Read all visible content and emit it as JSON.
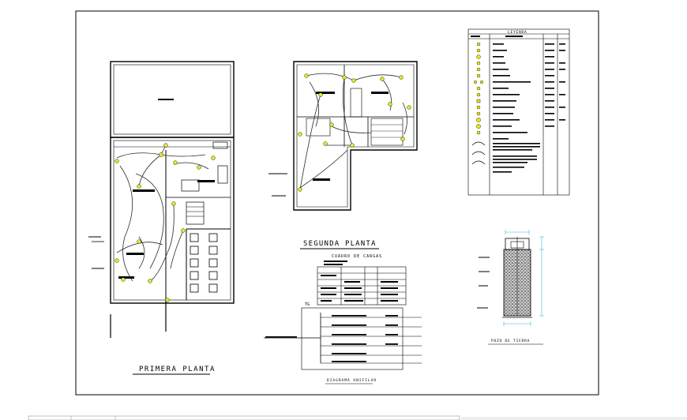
{
  "drawing": {
    "first_floor_title": "PRIMERA PLANTA",
    "second_floor_title": "SEGUNDA PLANTA",
    "load_table_title": "CUADRO DE CARGAS",
    "single_line_title": "DIAGRAMA UNIFILAR",
    "grounding_title": "POZO DE TIERRA",
    "legend_title": "LEYENDA",
    "tg_label": "TG"
  },
  "colors": {
    "line": "#000000",
    "wiring": "#2a2a2a",
    "fixture": "#e8e81a",
    "dimension": "#3fb7d6"
  }
}
